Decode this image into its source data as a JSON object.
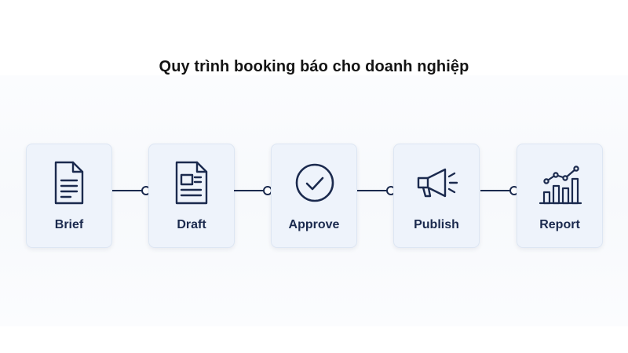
{
  "title": "Quy trình booking báo cho doanh nghiệp",
  "steps": [
    {
      "label": "Brief",
      "icon": "document-icon"
    },
    {
      "label": "Draft",
      "icon": "draft-document-icon"
    },
    {
      "label": "Approve",
      "icon": "check-circle-icon"
    },
    {
      "label": "Publish",
      "icon": "megaphone-icon"
    },
    {
      "label": "Report",
      "icon": "bar-chart-icon"
    }
  ],
  "colors": {
    "icon_stroke": "#1b2a4e",
    "label_text": "#1b2a4e",
    "card_background": "#eef3fb",
    "title_text": "#141414"
  }
}
